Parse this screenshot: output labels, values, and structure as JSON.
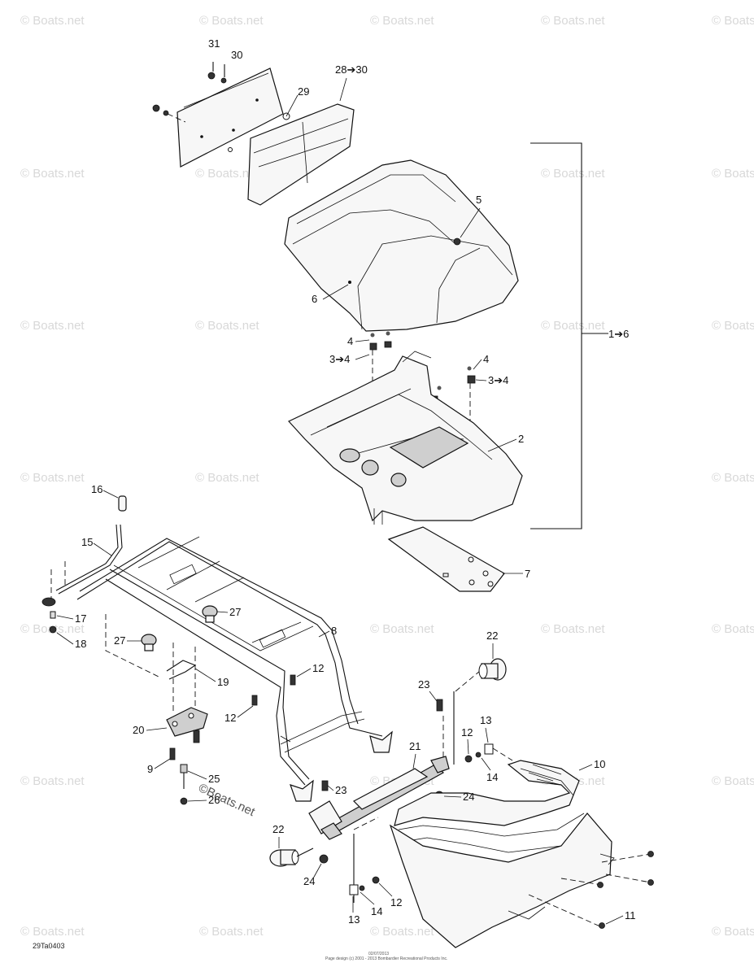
{
  "diagram": {
    "code": "29Ta0403",
    "footer_lines": [
      "02/07/2013",
      "Page design (c) 2001 - 2013 Bombardier Recreational Products Inc."
    ],
    "watermark": "© Boats.net",
    "watermark_dark": "©Boats.net",
    "callouts": {
      "c31": "31",
      "c30": "30",
      "c28_30": "28➔30",
      "c29": "29",
      "c5": "5",
      "c6": "6",
      "c1_6": "1➔6",
      "c4a": "4",
      "c3_4a": "3➔4",
      "c4b": "4",
      "c3_4b": "3➔4",
      "c2": "2",
      "c7": "7",
      "c16": "16",
      "c15": "15",
      "c17": "17",
      "c18": "18",
      "c27a": "27",
      "c27b": "27",
      "c8": "8",
      "c19": "19",
      "c12a": "12",
      "c12b": "12",
      "c20": "20",
      "c9": "9",
      "c25": "25",
      "c26": "26",
      "c23a": "23",
      "c23b": "23",
      "c22a": "22",
      "c22b": "22",
      "c21": "21",
      "c13a": "13",
      "c12c": "12",
      "c14a": "14",
      "c10": "10",
      "c24a": "24",
      "c24b": "24",
      "c13b": "13",
      "c14b": "14",
      "c12d": "12",
      "c11": "11"
    }
  }
}
